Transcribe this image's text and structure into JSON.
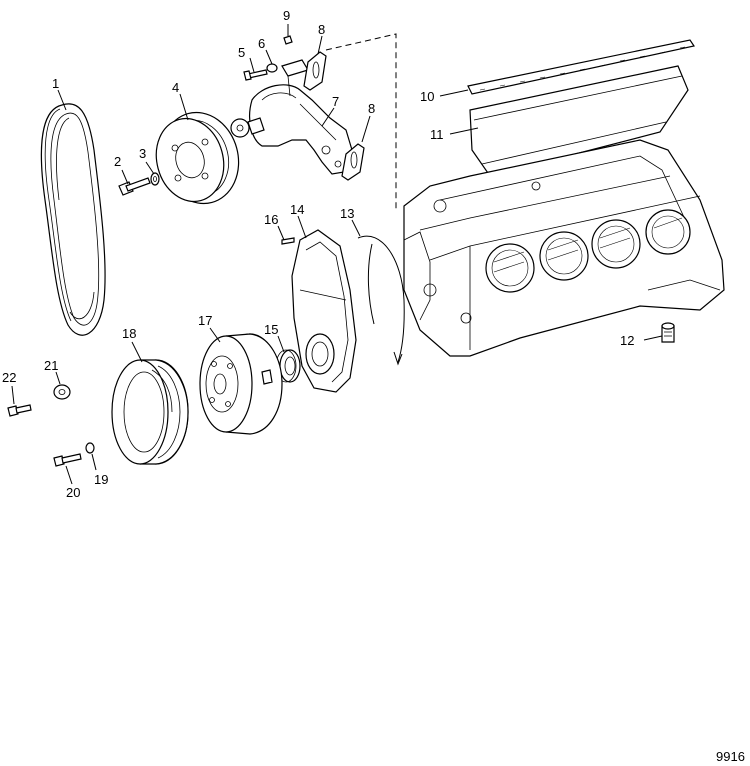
{
  "figure_id": "9916",
  "callouts": [
    {
      "id": "c1",
      "text": "1"
    },
    {
      "id": "c2",
      "text": "2"
    },
    {
      "id": "c3",
      "text": "3"
    },
    {
      "id": "c4",
      "text": "4"
    },
    {
      "id": "c5",
      "text": "5"
    },
    {
      "id": "c6",
      "text": "6"
    },
    {
      "id": "c7",
      "text": "7"
    },
    {
      "id": "c8a",
      "text": "8"
    },
    {
      "id": "c8b",
      "text": "8"
    },
    {
      "id": "c9",
      "text": "9"
    },
    {
      "id": "c10",
      "text": "10"
    },
    {
      "id": "c11",
      "text": "11"
    },
    {
      "id": "c12",
      "text": "12"
    },
    {
      "id": "c13",
      "text": "13"
    },
    {
      "id": "c14",
      "text": "14"
    },
    {
      "id": "c15",
      "text": "15"
    },
    {
      "id": "c16",
      "text": "16"
    },
    {
      "id": "c17",
      "text": "17"
    },
    {
      "id": "c18",
      "text": "18"
    },
    {
      "id": "c19",
      "text": "19"
    },
    {
      "id": "c20",
      "text": "20"
    },
    {
      "id": "c21",
      "text": "21"
    },
    {
      "id": "c22",
      "text": "22"
    }
  ]
}
